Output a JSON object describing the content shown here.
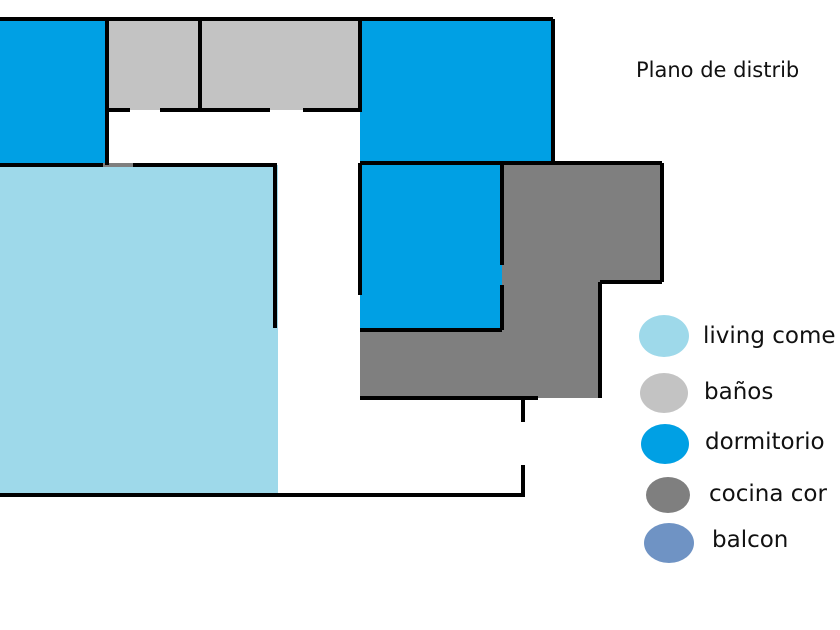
{
  "title": "Plano de distrib",
  "colors": {
    "living": "#9ed9ea",
    "banos": "#c3c3c3",
    "dormitorio": "#00a0e4",
    "cocina": "#7f7f7f",
    "balcon": "#6f93c4",
    "wall": "#000000"
  },
  "legend": [
    {
      "label": "living come",
      "color": "#9ed9ea"
    },
    {
      "label": "baños",
      "color": "#c3c3c3"
    },
    {
      "label": "dormitorio",
      "color": "#00a0e4"
    },
    {
      "label": "cocina cor",
      "color": "#7f7f7f"
    },
    {
      "label": "balcon",
      "color": "#6f93c4"
    }
  ]
}
